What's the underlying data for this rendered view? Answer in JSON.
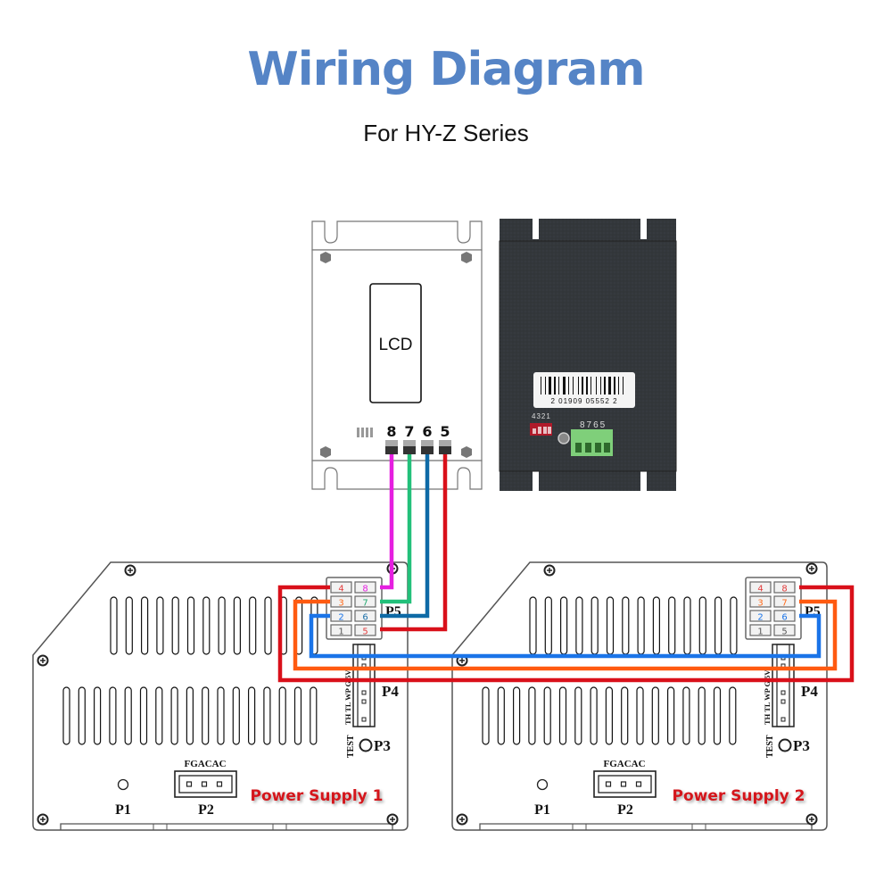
{
  "header": {
    "title": "Wiring Diagram",
    "subtitle": "For HY-Z Series"
  },
  "controller_front": {
    "screen_label": "LCD",
    "terminal_labels": [
      "8",
      "7",
      "6",
      "5"
    ]
  },
  "controller_back": {
    "barcode_text": "2 01909 05552 2",
    "dip_labels": "4321",
    "terminal_labels": "8765"
  },
  "wire_colors": {
    "pin8": "#e51fe0",
    "pin7": "#22c07a",
    "pin6": "#0e6aa6",
    "pin5": "#d9101a",
    "bus_red": "#d9101a",
    "bus_orange": "#ff5a10",
    "bus_blue": "#1a74e8"
  },
  "power_supplies": [
    {
      "name": "Power Supply 1",
      "p5_pins": [
        {
          "num": "4",
          "color": "#e23b3b"
        },
        {
          "num": "8",
          "color": "#e51fe0"
        },
        {
          "num": "3",
          "color": "#ff6a1a"
        },
        {
          "num": "7",
          "color": "#22a870"
        },
        {
          "num": "2",
          "color": "#1a74e8"
        },
        {
          "num": "6",
          "color": "#1b6ea8"
        },
        {
          "num": "1",
          "color": "#555555"
        },
        {
          "num": "5",
          "color": "#e23b3b"
        }
      ],
      "labels": {
        "p5": "P5",
        "p4": "P4",
        "p3": "P3",
        "p2": "P2",
        "p1": "P1",
        "test": "TEST",
        "p4_pins": "TH TL WP G 5V",
        "ac": "FGACAC"
      }
    },
    {
      "name": "Power Supply 2",
      "p5_pins": [
        {
          "num": "4",
          "color": "#e23b3b"
        },
        {
          "num": "8",
          "color": "#e23b3b"
        },
        {
          "num": "3",
          "color": "#ff6a1a"
        },
        {
          "num": "7",
          "color": "#ff6a1a"
        },
        {
          "num": "2",
          "color": "#1a74e8"
        },
        {
          "num": "6",
          "color": "#1a74e8"
        },
        {
          "num": "1",
          "color": "#555555"
        },
        {
          "num": "5",
          "color": "#555555"
        }
      ],
      "labels": {
        "p5": "P5",
        "p4": "P4",
        "p3": "P3",
        "p2": "P2",
        "p1": "P1",
        "test": "TEST",
        "p4_pins": "TH TL WP G 5V",
        "ac": "FGACAC"
      }
    }
  ]
}
